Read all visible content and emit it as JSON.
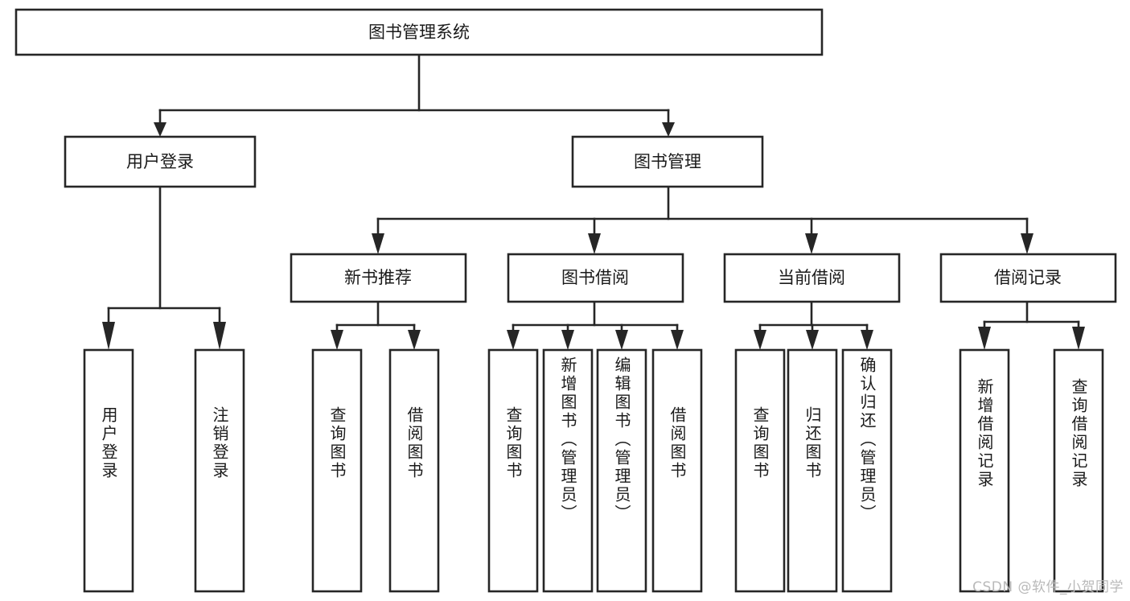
{
  "diagram": {
    "title": "图书管理系统",
    "type": "tree-hierarchy-chart",
    "root": {
      "label": "图书管理系统"
    },
    "level2": [
      {
        "label": "用户登录"
      },
      {
        "label": "图书管理"
      }
    ],
    "level3": [
      {
        "label": "新书推荐"
      },
      {
        "label": "图书借阅"
      },
      {
        "label": "当前借阅"
      },
      {
        "label": "借阅记录"
      }
    ],
    "leaves": {
      "user_login": [
        {
          "label": "用户登录"
        },
        {
          "label": "注销登录"
        }
      ],
      "new_book_recommend": [
        {
          "label": "查询图书"
        },
        {
          "label": "借阅图书"
        }
      ],
      "book_borrow": [
        {
          "label": "查询图书"
        },
        {
          "label": "新增图书（管理员）"
        },
        {
          "label": "编辑图书（管理员）"
        },
        {
          "label": "借阅图书"
        }
      ],
      "current_borrow": [
        {
          "label": "查询图书"
        },
        {
          "label": "归还图书"
        },
        {
          "label": "确认归还（管理员）"
        }
      ],
      "borrow_record": [
        {
          "label": "新增借阅记录"
        },
        {
          "label": "查询借阅记录"
        }
      ]
    }
  },
  "watermark": {
    "text": "CSDN @软件_小贺同学"
  },
  "colors": {
    "stroke": "#262626",
    "box_fill": "#ffffff",
    "text": "#1a1a1a",
    "watermark": "#b9b9b9",
    "background": "#ffffff"
  }
}
